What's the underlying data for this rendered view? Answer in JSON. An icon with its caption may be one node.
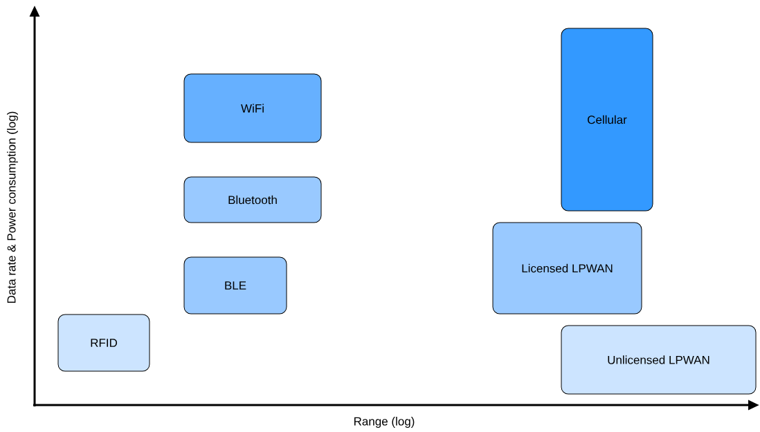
{
  "diagram": {
    "nodes": [
      {
        "text": [
          "WiFi"
        ]
      },
      {
        "text": [
          "Cellular"
        ]
      },
      {
        "text": [
          "Bluetooth"
        ]
      },
      {
        "text": [
          "Licensed LPWAN"
        ]
      },
      {
        "text": [
          "BLE"
        ]
      },
      {
        "text": [
          "RFID"
        ]
      },
      {
        "text": [
          "Unlicensed LPWAN"
        ]
      }
    ],
    "labels": [
      "Data rate & Power consumption (log)",
      "Range (log)"
    ]
  }
}
